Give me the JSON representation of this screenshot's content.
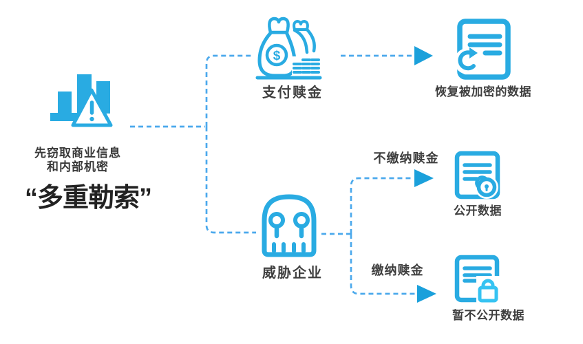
{
  "colors": {
    "icon_blue": "#29ABE2",
    "dash_blue": "#4BA9EC",
    "arrow_blue": "#1BA0DB",
    "lock_cyan": "#36C3F2",
    "label_gray": "#3F3F3F",
    "title_black": "#222222"
  },
  "icons": {
    "dollar_sign": "$"
  },
  "diagram": {
    "source": {
      "caption_line1": "先窃取商业信息",
      "caption_line2": "和内部机密",
      "title": "“多重勒索”"
    },
    "nodes": {
      "pay_ransom": {
        "label": "支付赎金"
      },
      "recover_data": {
        "label": "恢复被加密的数据"
      },
      "threaten_enterprise": {
        "label": "威胁企业"
      },
      "publish_data": {
        "label": "公开数据"
      },
      "withhold_data": {
        "label": "暂不公开数据"
      }
    },
    "branches": {
      "refuse_pay": {
        "label": "不缴纳赎金"
      },
      "pay": {
        "label": "缴纳赎金"
      }
    }
  }
}
